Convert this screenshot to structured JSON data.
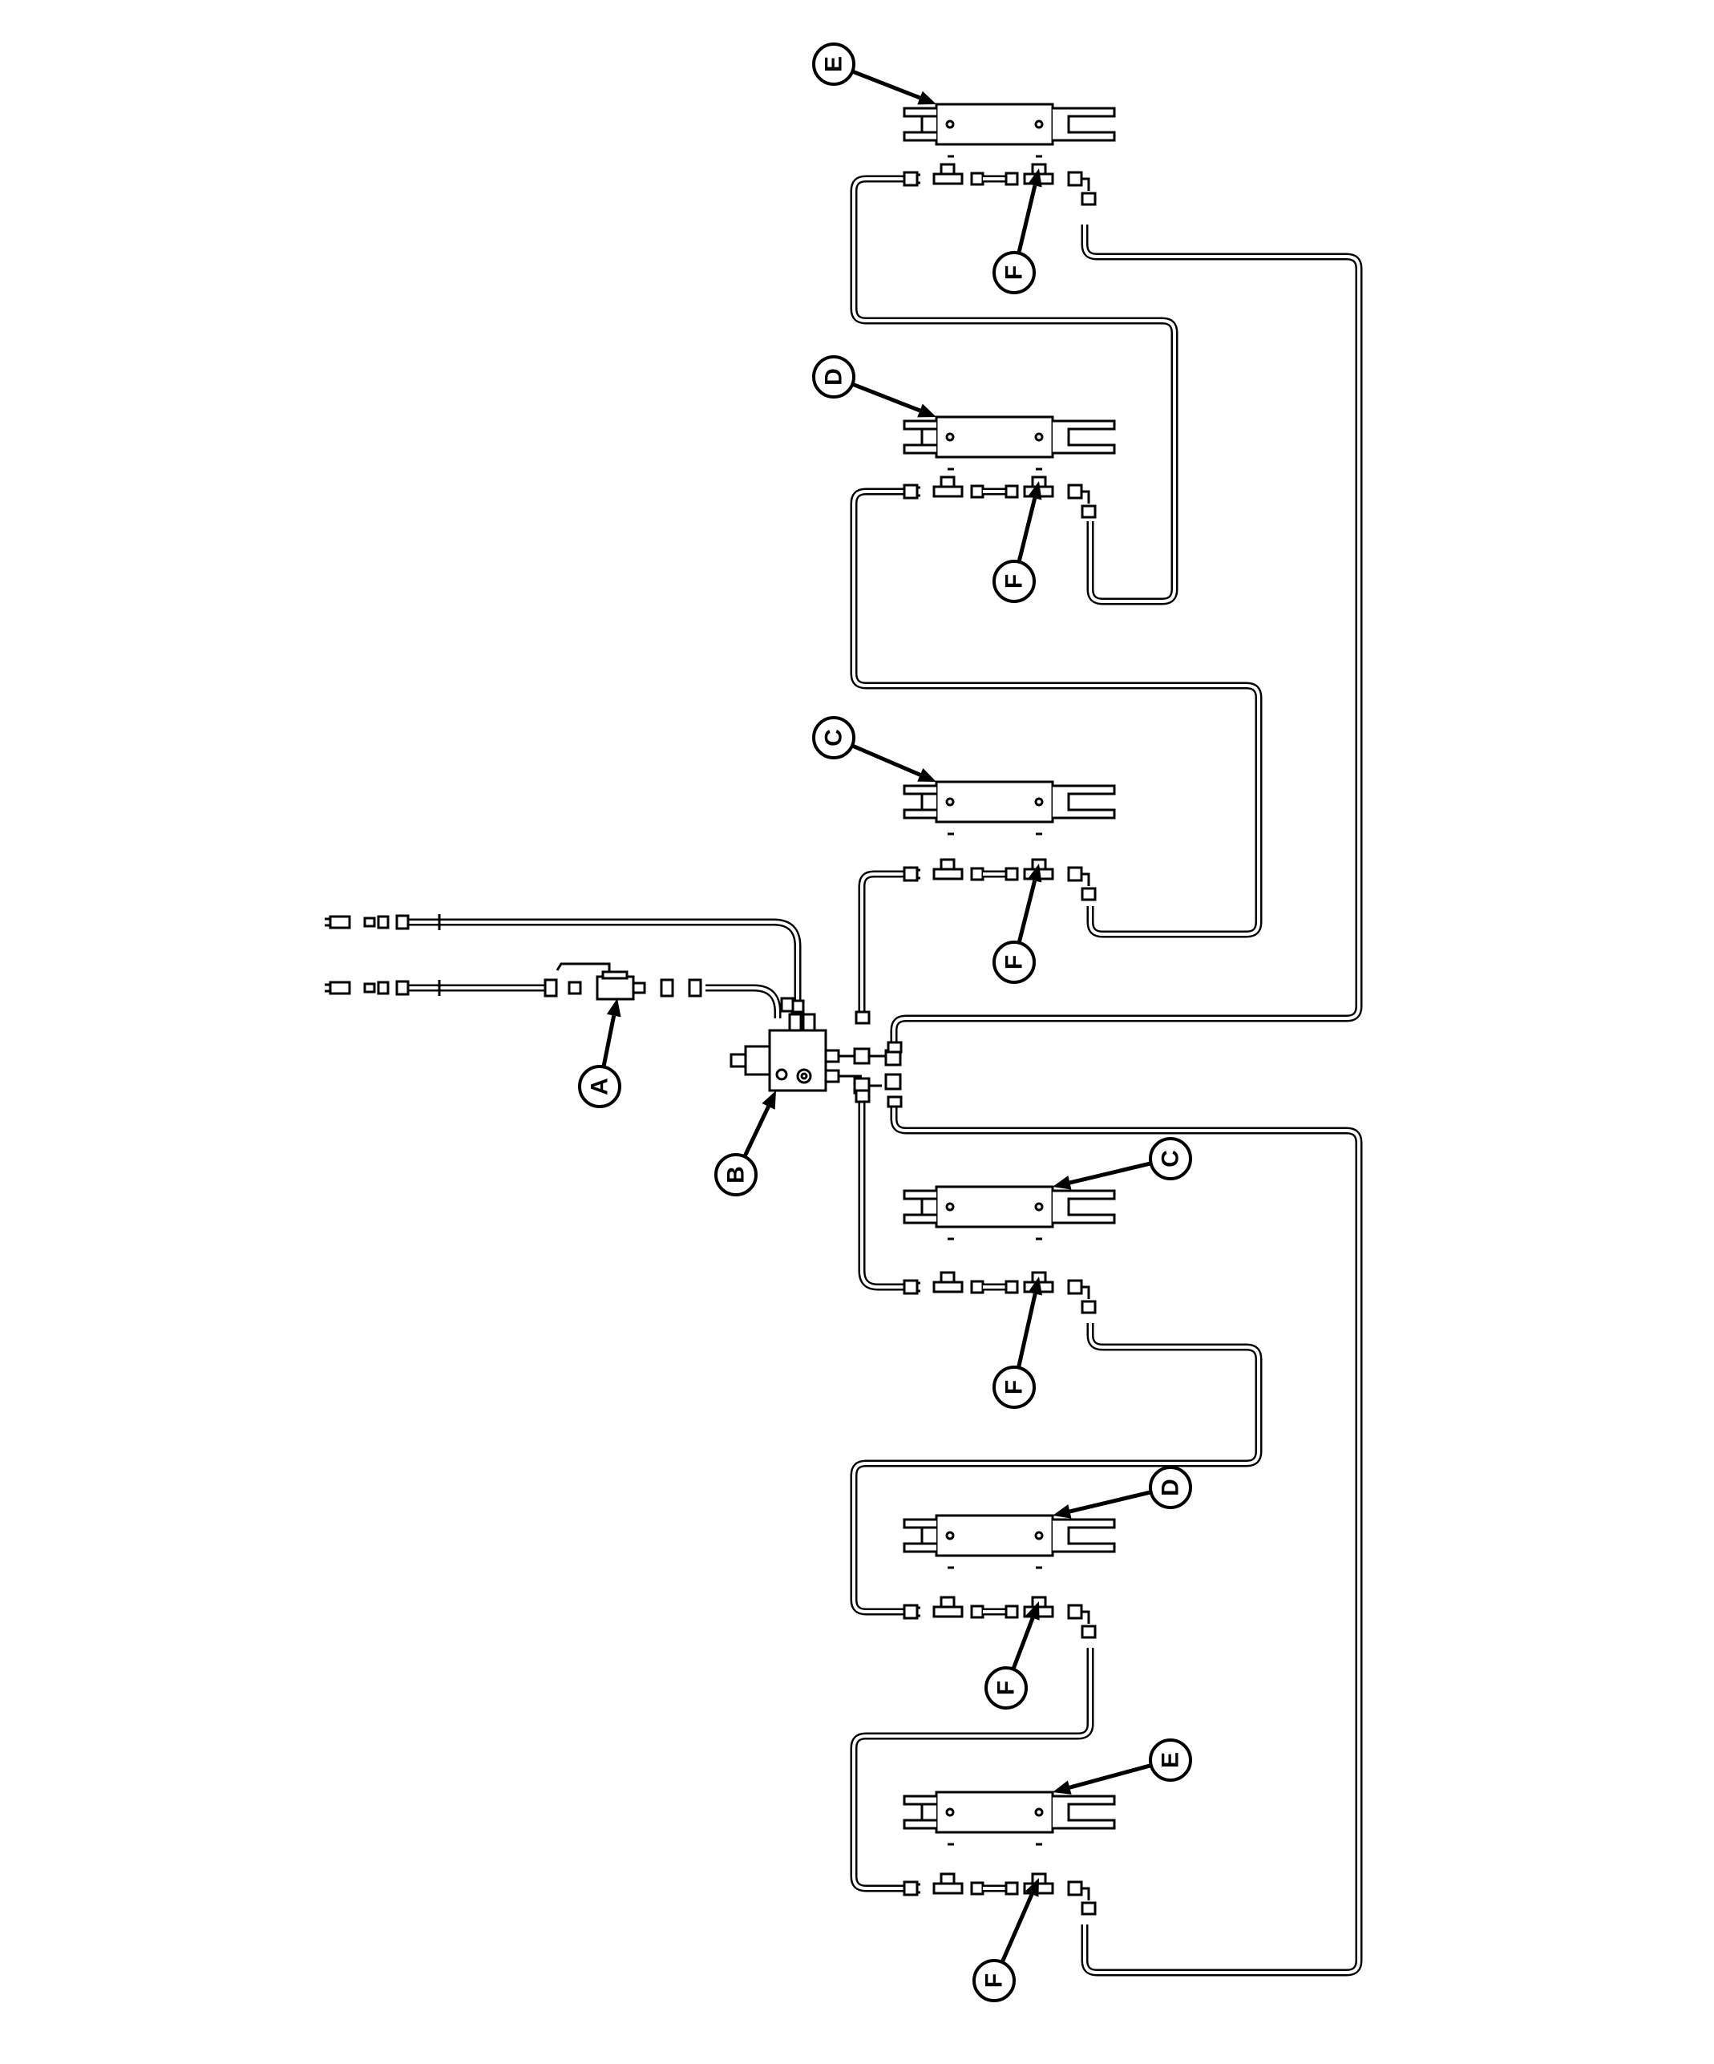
{
  "diagram": {
    "callouts": [
      {
        "id": "E_top",
        "letter": "E"
      },
      {
        "id": "F_1",
        "letter": "F"
      },
      {
        "id": "D_top",
        "letter": "D"
      },
      {
        "id": "F_2",
        "letter": "F"
      },
      {
        "id": "C_top",
        "letter": "C"
      },
      {
        "id": "F_3",
        "letter": "F"
      },
      {
        "id": "A",
        "letter": "A"
      },
      {
        "id": "B",
        "letter": "B"
      },
      {
        "id": "C_bot",
        "letter": "C"
      },
      {
        "id": "F_4",
        "letter": "F"
      },
      {
        "id": "D_bot",
        "letter": "D"
      },
      {
        "id": "F_5",
        "letter": "F"
      },
      {
        "id": "E_bot",
        "letter": "E"
      },
      {
        "id": "F_6",
        "letter": "F"
      }
    ]
  },
  "style": {
    "line_color": "#000000",
    "background": "#ffffff"
  }
}
